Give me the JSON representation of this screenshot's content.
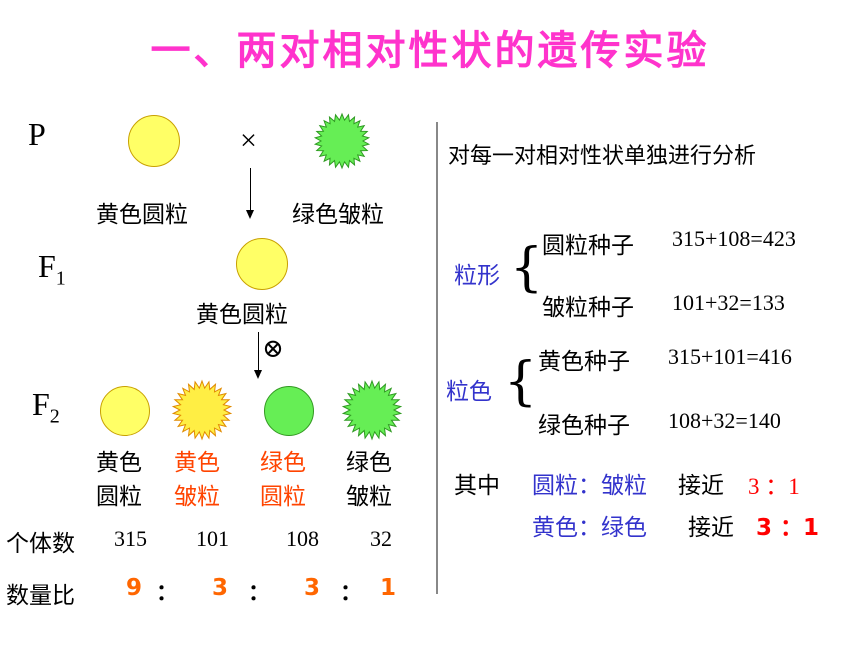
{
  "title": "一、两对相对性状的遗传实验",
  "left": {
    "p_label": "P",
    "cross_symbol": "×",
    "parent1": "黄色圆粒",
    "parent2": "绿色皱粒",
    "f1_label": "F",
    "f1_sub": "1",
    "f1_phenotype": "黄色圆粒",
    "self_symbol": "⊗",
    "f2_label": "F",
    "f2_sub": "2",
    "f2_phenotypes": [
      {
        "line1": "黄色",
        "line2": "圆粒"
      },
      {
        "line1": "黄色",
        "line2": "皱粒"
      },
      {
        "line1": "绿色",
        "line2": "圆粒"
      },
      {
        "line1": "绿色",
        "line2": "皱粒"
      }
    ],
    "count_label": "个体数",
    "counts": [
      "315",
      "101",
      "108",
      "32"
    ],
    "ratio_label": "数量比",
    "ratio": [
      "9",
      "：",
      "3",
      "：",
      "3",
      "：",
      "1"
    ]
  },
  "right": {
    "heading": "对每一对相对性状单独进行分析",
    "shape": {
      "label": "粒形",
      "row1_name": "圆粒种子",
      "row1_calc": "315+108=423",
      "row2_name": "皱粒种子",
      "row2_calc": "101+32=133"
    },
    "color": {
      "label": "粒色",
      "row1_name": "黄色种子",
      "row1_calc": "315+101=416",
      "row2_name": "绿色种子",
      "row2_calc": "108+32=140"
    },
    "summary": {
      "among": "其中",
      "line1_pair": "圆粒：皱粒",
      "line1_approx": "接近",
      "line1_ratio": "3 ：1",
      "line2_pair": "黄色：绿色",
      "line2_approx": "接近",
      "line2_ratio": "3 ：1"
    }
  },
  "colors": {
    "title": "#ff33cc",
    "yellow_pea": "#ffff66",
    "green_pea": "#66ee55",
    "ratio_orange": "#ff6600",
    "label_blue": "#3333cc",
    "ratio_red": "#ff0000"
  }
}
